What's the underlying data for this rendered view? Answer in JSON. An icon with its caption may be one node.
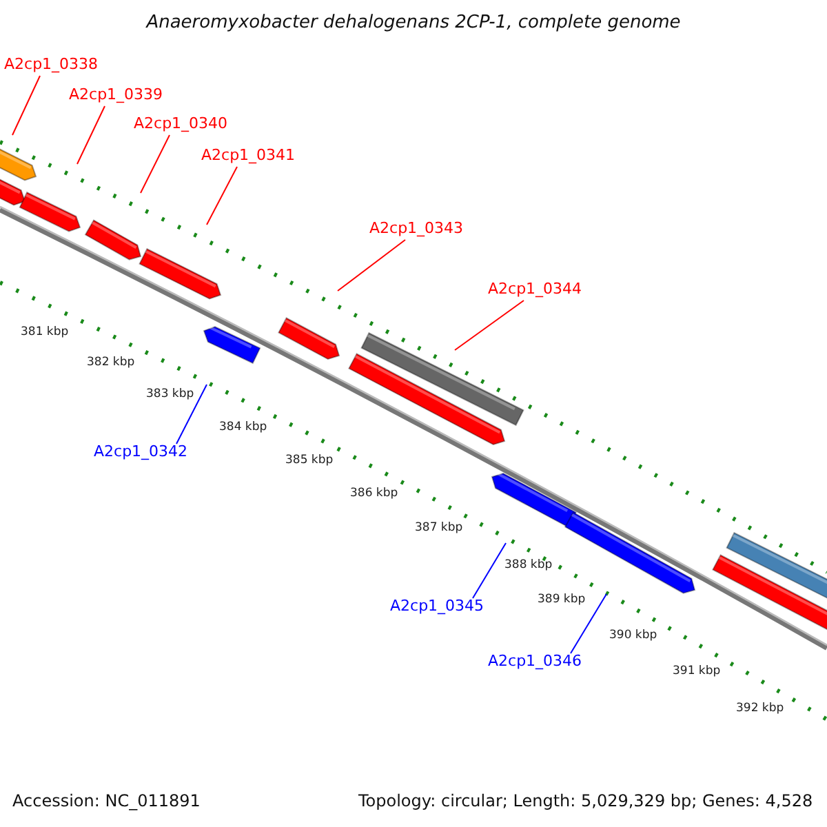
{
  "diagram": {
    "title": "Anaeromyxobacter dehalogenans 2CP-1, complete genome",
    "nodes": [
      {
        "text": [
          "A2cp1_0338"
        ]
      },
      {
        "text": [
          "A2cp1_0339"
        ]
      },
      {
        "text": [
          "A2cp1_0340"
        ]
      },
      {
        "text": [
          "A2cp1_0341"
        ]
      },
      {
        "text": [
          "A2cp1_0343"
        ]
      },
      {
        "text": [
          "A2cp1_0344"
        ]
      },
      {
        "text": [
          "A2cp1_0342"
        ]
      },
      {
        "text": [
          "A2cp1_0345"
        ]
      },
      {
        "text": [
          "A2cp1_0346"
        ]
      }
    ],
    "edges": [
      {
        "from": 0,
        "to": null,
        "arrow": "none"
      },
      {
        "from": 1,
        "to": null,
        "arrow": "none"
      },
      {
        "from": 2,
        "to": null,
        "arrow": "none"
      },
      {
        "from": 3,
        "to": null,
        "arrow": "none"
      },
      {
        "from": 4,
        "to": null,
        "arrow": "none"
      },
      {
        "from": 5,
        "to": null,
        "arrow": "none"
      },
      {
        "from": 6,
        "to": null,
        "arrow": "none",
        "color": "#0000ff"
      },
      {
        "from": 7,
        "to": null,
        "arrow": "none",
        "color": "#0000ff"
      },
      {
        "from": 8,
        "to": null,
        "arrow": "none",
        "color": "#0000ff"
      }
    ],
    "labels": [
      "381 kbp",
      "382 kbp",
      "383 kbp",
      "384 kbp",
      "385 kbp",
      "386 kbp",
      "387 kbp",
      "388 kbp",
      "389 kbp",
      "390 kbp",
      "391 kbp",
      "392 kbp",
      "Accession: NC_011891",
      "Topology: circular; Length: 5,029,329 bp; Genes: 4,528"
    ]
  }
}
